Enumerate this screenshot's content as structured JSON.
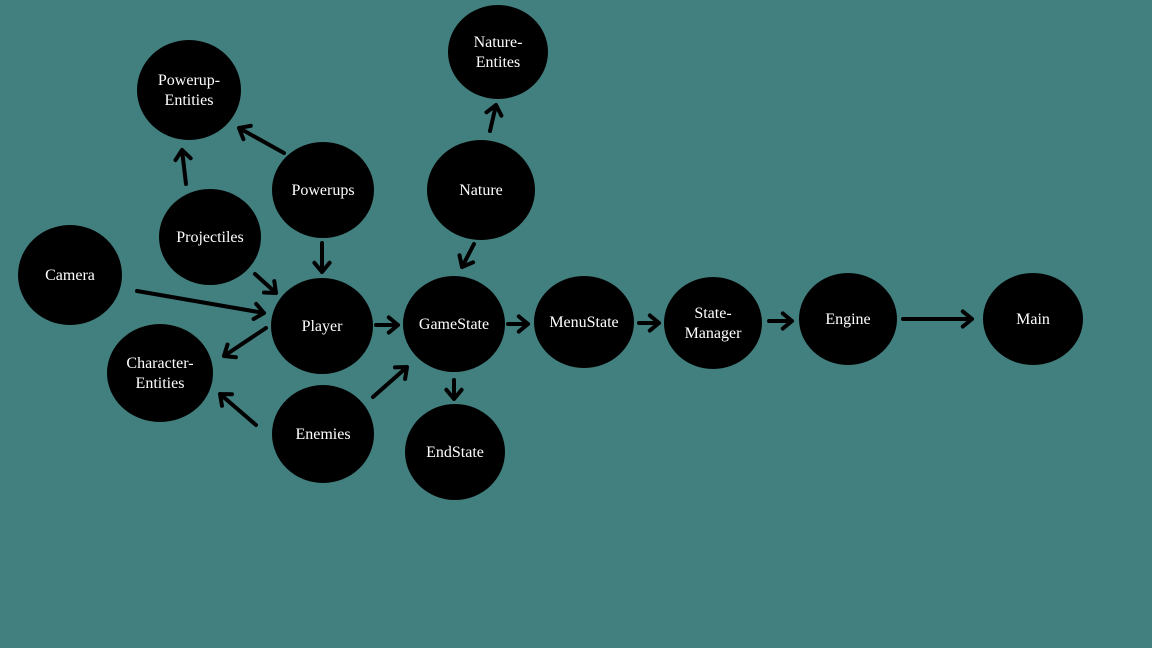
{
  "colors": {
    "background": "#427f7f",
    "node_fill": "#000000",
    "node_text": "#ffffff",
    "arrow": "#000000"
  },
  "nodes": [
    {
      "id": "nature-entites",
      "lines": [
        "Nature-",
        "Entites"
      ]
    },
    {
      "id": "powerup-entities",
      "lines": [
        "Powerup-",
        "Entities"
      ]
    },
    {
      "id": "powerups",
      "lines": [
        "Powerups"
      ]
    },
    {
      "id": "nature",
      "lines": [
        "Nature"
      ]
    },
    {
      "id": "projectiles",
      "lines": [
        "Projectiles"
      ]
    },
    {
      "id": "camera",
      "lines": [
        "Camera"
      ]
    },
    {
      "id": "player",
      "lines": [
        "Player"
      ]
    },
    {
      "id": "gamestate",
      "lines": [
        "GameState"
      ]
    },
    {
      "id": "menustate",
      "lines": [
        "MenuState"
      ]
    },
    {
      "id": "state-manager",
      "lines": [
        "State-",
        "Manager"
      ]
    },
    {
      "id": "engine",
      "lines": [
        "Engine"
      ]
    },
    {
      "id": "main",
      "lines": [
        "Main"
      ]
    },
    {
      "id": "character-entities",
      "lines": [
        "Character-",
        "Entities"
      ]
    },
    {
      "id": "enemies",
      "lines": [
        "Enemies"
      ]
    },
    {
      "id": "endstate",
      "lines": [
        "EndState"
      ]
    }
  ],
  "edges": [
    {
      "from": "nature",
      "to": "nature-entites"
    },
    {
      "from": "powerups",
      "to": "powerup-entities"
    },
    {
      "from": "projectiles",
      "to": "powerup-entities"
    },
    {
      "from": "powerups",
      "to": "player"
    },
    {
      "from": "projectiles",
      "to": "player"
    },
    {
      "from": "camera",
      "to": "player"
    },
    {
      "from": "nature",
      "to": "gamestate"
    },
    {
      "from": "player",
      "to": "character-entities"
    },
    {
      "from": "enemies",
      "to": "character-entities"
    },
    {
      "from": "player",
      "to": "gamestate"
    },
    {
      "from": "enemies",
      "to": "gamestate"
    },
    {
      "from": "gamestate",
      "to": "menustate"
    },
    {
      "from": "gamestate",
      "to": "endstate"
    },
    {
      "from": "menustate",
      "to": "state-manager"
    },
    {
      "from": "state-manager",
      "to": "engine"
    },
    {
      "from": "engine",
      "to": "main"
    }
  ]
}
